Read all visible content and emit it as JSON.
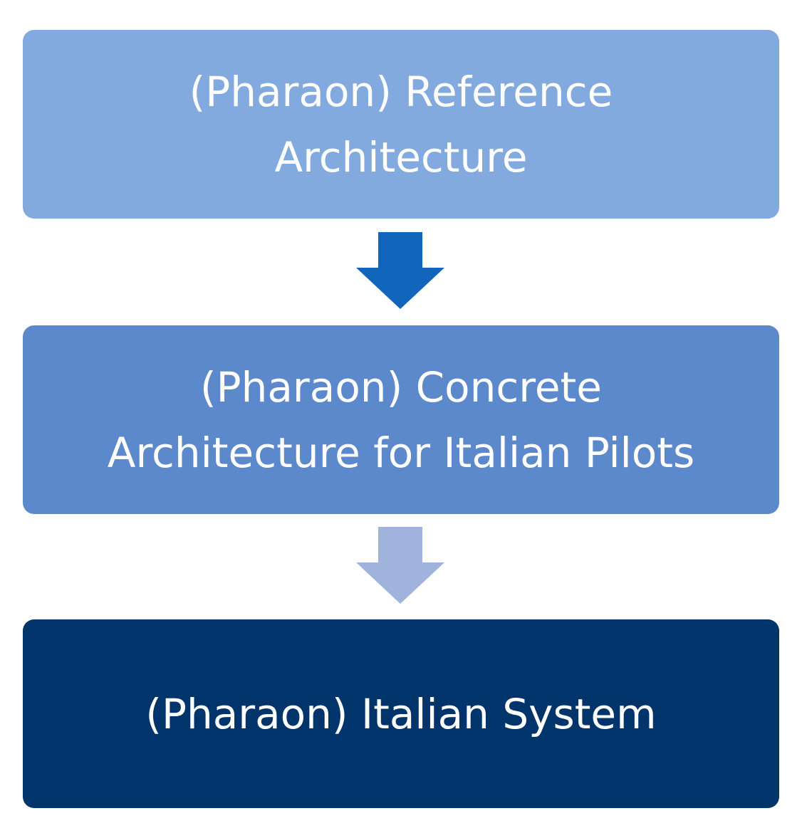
{
  "diagram": {
    "boxes": [
      {
        "lines": [
          "(Pharaon) Reference",
          "Architecture"
        ],
        "color": "#83aade"
      },
      {
        "lines": [
          "(Pharaon) Concrete",
          "Architecture for Italian Pilots"
        ],
        "color": "#5c88cc"
      },
      {
        "lines": [
          "(Pharaon) Italian System"
        ],
        "color": "#00346a"
      }
    ],
    "arrows": [
      {
        "from": 0,
        "to": 1,
        "color": "#1166bb"
      },
      {
        "from": 1,
        "to": 2,
        "color": "#9fb3dc"
      }
    ]
  }
}
